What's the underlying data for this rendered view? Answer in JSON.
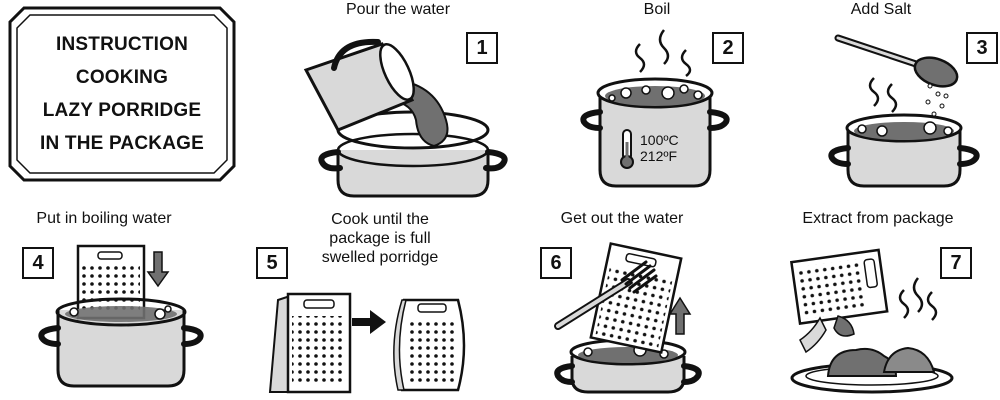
{
  "title": {
    "lines": [
      "INSTRUCTION",
      "COOKING",
      "LAZY PORRIDGE",
      "IN THE PACKAGE"
    ]
  },
  "steps": [
    {
      "number": "1",
      "label": "Pour the water"
    },
    {
      "number": "2",
      "label": "Boil",
      "temperature_c": "100ºC",
      "temperature_f": "212ºF"
    },
    {
      "number": "3",
      "label": "Add Salt"
    },
    {
      "number": "4",
      "label": "Put in boiling water"
    },
    {
      "number": "5",
      "label_lines": [
        "Cook until the",
        "package is full",
        "swelled porridge"
      ]
    },
    {
      "number": "6",
      "label": "Get out the water"
    },
    {
      "number": "7",
      "label": "Extract from package"
    }
  ],
  "colors": {
    "ink": "#111111",
    "pot": "#d9d9d9",
    "water": "#707070",
    "porridge": "#8a8a8a",
    "background": "#ffffff"
  }
}
